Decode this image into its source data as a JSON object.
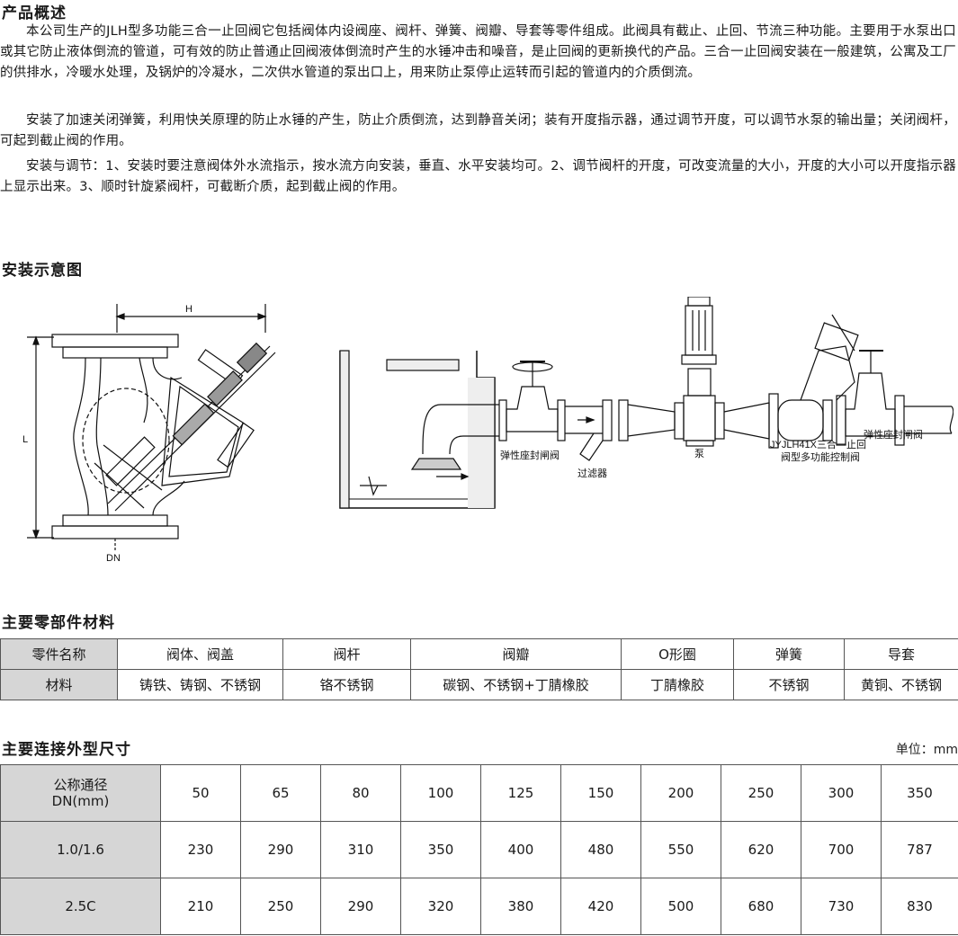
{
  "overview": {
    "title": "产品概述",
    "p1": "本公司生产的JLH型多功能三合一止回阀它包括阀体内设阀座、阀杆、弹簧、阀瓣、导套等零件组成。此阀具有截止、止回、节流三种功能。主要用于水泵出口或其它防止液体倒流的管道，可有效的防止普通止回阀液体倒流时产生的水锤冲击和噪音，是止回阀的更新换代的产品。三合一止回阀安装在一般建筑，公寓及工厂的供排水，冷暖水处理，及锅炉的冷凝水，二次供水管道的泵出口上，用来防止泵停止运转而引起的管道内的介质倒流。",
    "p2": "安装了加速关闭弹簧，利用快关原理的防止水锤的产生，防止介质倒流，达到静音关闭；装有开度指示器，通过调节开度，可以调节水泵的输出量；关闭阀杆，可起到截止阀的作用。",
    "p3": "安装与调节：1、安装时要注意阀体外水流指示，按水流方向安装，垂直、水平安装均可。2、调节阀杆的开度，可改变流量的大小，开度的大小可以开度指示器上显示出来。3、顺时针旋紧阀杆，可截断介质，起到截止阀的作用。"
  },
  "install": {
    "title": "安装示意图",
    "valve_labels": {
      "h": "H",
      "l": "L",
      "dn": "DN"
    },
    "system_labels": {
      "gate_valve_1": "弹性座封闸阀",
      "filter": "过滤器",
      "pump": "泵",
      "control_valve_line1": "JYJLH41X三合一止回",
      "control_valve_line2": "阀型多功能控制阀",
      "gate_valve_2": "弹性座封闸阀"
    }
  },
  "materials": {
    "title": "主要零部件材料",
    "header": [
      "零件名称",
      "阀体、阀盖",
      "阀杆",
      "阀瓣",
      "O形圈",
      "弹簧",
      "导套"
    ],
    "row": [
      "材料",
      "铸铁、铸钢、不锈钢",
      "铬不锈钢",
      "碳钢、不锈钢+丁腈橡胶",
      "丁腈橡胶",
      "不锈钢",
      "黄铜、不锈钢"
    ]
  },
  "dims": {
    "title": "主要连接外型尺寸",
    "unit": "单位：mm",
    "header_label_line1": "公称通径",
    "header_label_line2": "DN(mm)",
    "dn": [
      "50",
      "65",
      "80",
      "100",
      "125",
      "150",
      "200",
      "250",
      "300",
      "350"
    ],
    "rows": [
      {
        "label": "1.0/1.6",
        "values": [
          "230",
          "290",
          "310",
          "350",
          "400",
          "480",
          "550",
          "620",
          "700",
          "787"
        ]
      },
      {
        "label": "2.5C",
        "values": [
          "210",
          "250",
          "290",
          "320",
          "380",
          "420",
          "500",
          "680",
          "730",
          "830"
        ]
      }
    ]
  }
}
